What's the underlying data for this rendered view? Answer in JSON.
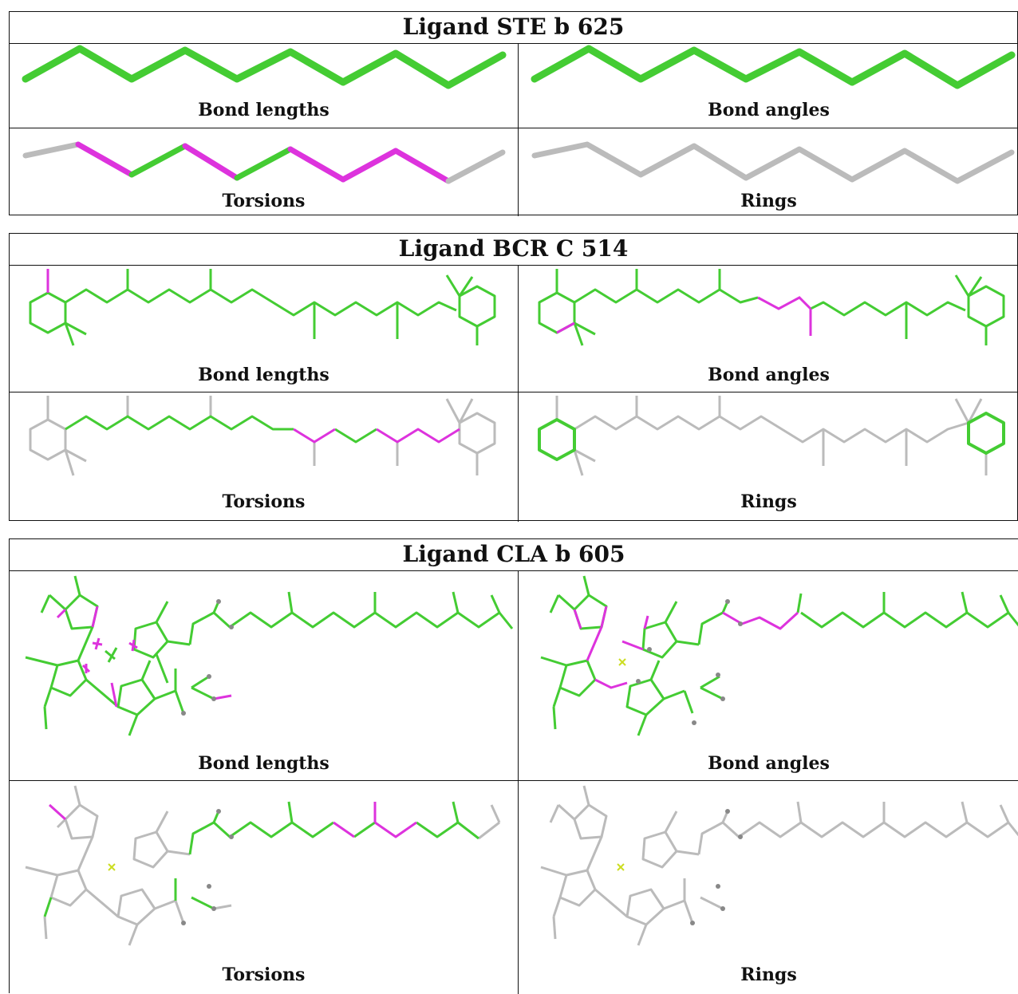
{
  "tables": [
    {
      "title": "Ligand STE b 625",
      "captions": [
        "Bond lengths",
        "Bond angles",
        "Torsions",
        "Rings"
      ]
    },
    {
      "title": "Ligand BCR C 514",
      "captions": [
        "Bond lengths",
        "Bond angles",
        "Torsions",
        "Rings"
      ]
    },
    {
      "title": "Ligand CLA b 605",
      "captions": [
        "Bond lengths",
        "Bond angles",
        "Torsions",
        "Rings"
      ]
    }
  ],
  "colors": {
    "good": "#44cc33",
    "outlier": "#dd33dd",
    "not_assessed": "#bbbbbb",
    "atom_grey": "#888888",
    "metal": "#ccdd22"
  }
}
